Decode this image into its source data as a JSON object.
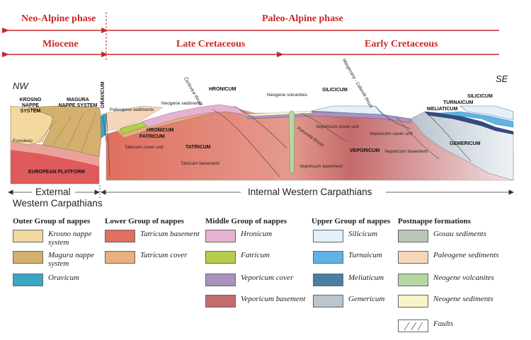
{
  "colors": {
    "arrow_red": "#c8282a",
    "krosno": "#f3d8a0",
    "magura": "#d4b06e",
    "oravicum": "#3aa6c4",
    "tatricum_basement": "#df6f5f",
    "tatricum_cover": "#e8b07c",
    "hronicum": "#e6b2d2",
    "fatricum": "#b4cd4a",
    "veporicum_cover": "#a793bd",
    "veporicum_basement": "#c56b6b",
    "silicicum": "#e4f0fa",
    "turnaicum": "#5fb3e6",
    "meliaticum": "#4a7ea5",
    "gemericum": "#b9c4cc",
    "gosau": "#b9c6b6",
    "paleogene": "#f5d6b8",
    "neogene_volcanites": "#b5d8a2",
    "neogene_sediments": "#f9f3c7"
  },
  "phases": {
    "neo_alpine": "Neo-Alpine phase",
    "paleo_alpine": "Paleo-Alpine phase",
    "miocene": "Miocene",
    "late_cretaceous": "Late Cretaceous",
    "early_cretaceous": "Early Cretaceous"
  },
  "section": {
    "nw": "NW",
    "se": "SE",
    "krosno": "KROSNO NAPPE SYSTEM",
    "magura": "MAGURA NAPPE SYSTEM",
    "oravicum": "ORAVICUM",
    "foredeep": "Foredeep",
    "european_platform": "EUROPEAN PLATFORM",
    "paleogene_sediments": "Paleogene sediments",
    "neogene_sediments": "Neogene sediments",
    "certovica": "Čertovica thrust",
    "hronicum": "HRONICUM",
    "hronicum2": "HRONICUM",
    "fatricum": "FATRICUM",
    "tatricum": "TATRICUM",
    "tatricum_cover_unit": "Tatricum cover unit",
    "tatricum_basement": "Tatricum basement",
    "neogene_volcanites": "Neogene volcanites",
    "silicicum": "SILICICUM",
    "margecany": "Margecany - Ľubeník thrust",
    "veporicum_cover_unit": "Veporicum cover unit",
    "veporicum_cover_unit2": "Veporicum cover unit",
    "pohorela": "Pohorelá thrust",
    "veporicum": "VEPORICUM",
    "veporicum_basement": "Veporicum basement",
    "veporicum_basement2": "Veporicum basement",
    "meliaticum": "MELIATICUM",
    "turnaicum": "TURNAICUM",
    "silicicum2": "SILICICUM",
    "gemericum": "GEMERICUM"
  },
  "regions": {
    "external_line1": "External",
    "external_line2": "Western Carpathians",
    "internal": "Internal Western Carpathians"
  },
  "legend": {
    "outer": {
      "title": "Outer Group of nappes",
      "items": [
        "Krosno nappe system",
        "Magura nappe system",
        "Oravicum"
      ]
    },
    "lower": {
      "title": "Lower Group of nappes",
      "items": [
        "Tatricum basement",
        "Tatricum cover"
      ]
    },
    "middle": {
      "title": "Middle Group of nappes",
      "items": [
        "Hronicum",
        "Fatricum",
        "Veporicum cover",
        "Veporicum basement"
      ]
    },
    "upper": {
      "title": "Upper Group of nappes",
      "items": [
        "Silicicum",
        "Turnaicum",
        "Meliaticum",
        "Gemericum"
      ]
    },
    "post": {
      "title": "Postnappe formations",
      "items": [
        "Gosau sediments",
        "Paleogene sediments",
        "Neogene volcanites",
        "Neogene sediments",
        "Faults"
      ]
    }
  }
}
